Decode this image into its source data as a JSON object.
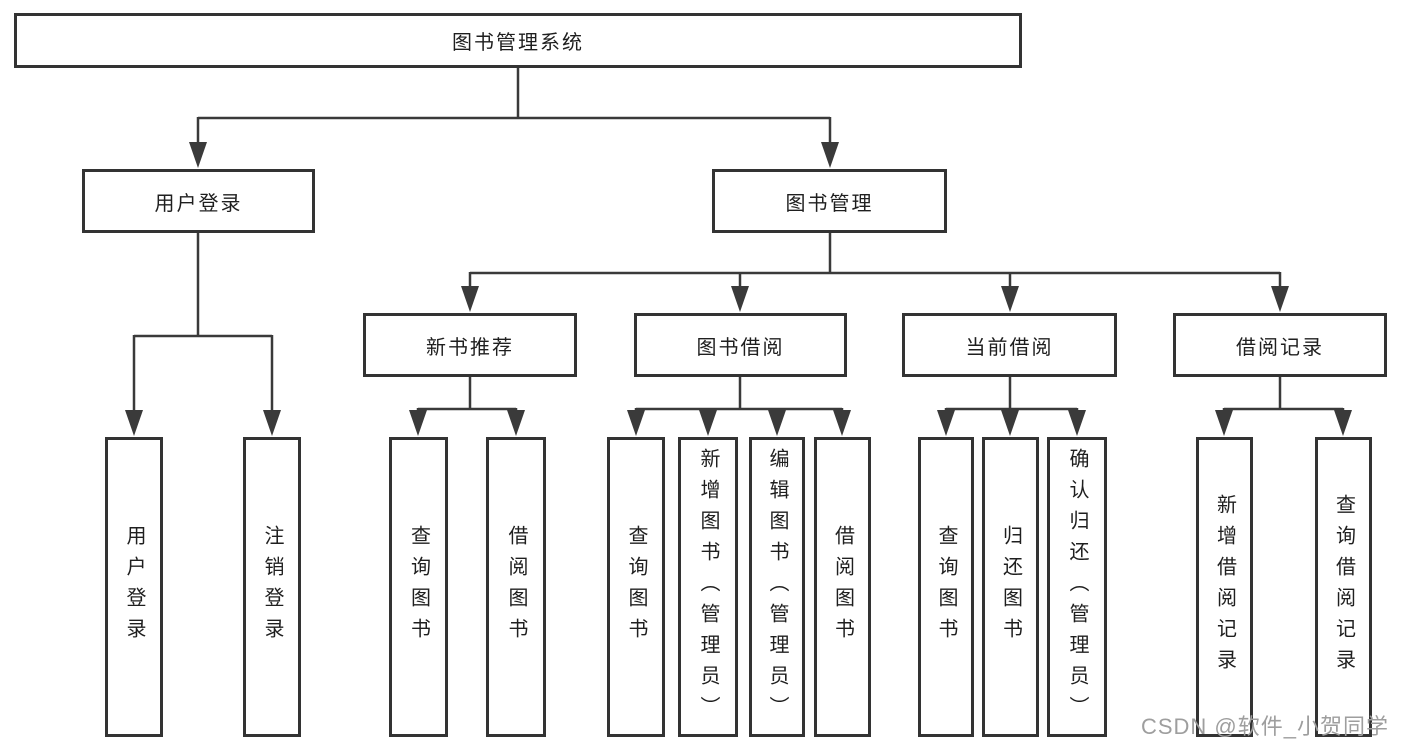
{
  "colors": {
    "line": "#3a3a3a",
    "box_border": "#333333",
    "text": "#1f1f1f",
    "watermark": "#9e9e9e",
    "background": "#ffffff"
  },
  "watermark": {
    "text": "CSDN @软件_小贺同学"
  },
  "tree": {
    "label": "图书管理系统",
    "children": [
      {
        "label": "用户登录",
        "children": [
          {
            "label": "用户登录"
          },
          {
            "label": "注销登录"
          }
        ]
      },
      {
        "label": "图书管理",
        "children": [
          {
            "label": "新书推荐",
            "children": [
              {
                "label": "查询图书"
              },
              {
                "label": "借阅图书"
              }
            ]
          },
          {
            "label": "图书借阅",
            "children": [
              {
                "label": "查询图书"
              },
              {
                "label": "新增图书（管理员）"
              },
              {
                "label": "编辑图书（管理员）"
              },
              {
                "label": "借阅图书"
              }
            ]
          },
          {
            "label": "当前借阅",
            "children": [
              {
                "label": "查询图书"
              },
              {
                "label": "归还图书"
              },
              {
                "label": "确认归还（管理员）"
              }
            ]
          },
          {
            "label": "借阅记录",
            "children": [
              {
                "label": "新增借阅记录"
              },
              {
                "label": "查询借阅记录"
              }
            ]
          }
        ]
      }
    ]
  }
}
